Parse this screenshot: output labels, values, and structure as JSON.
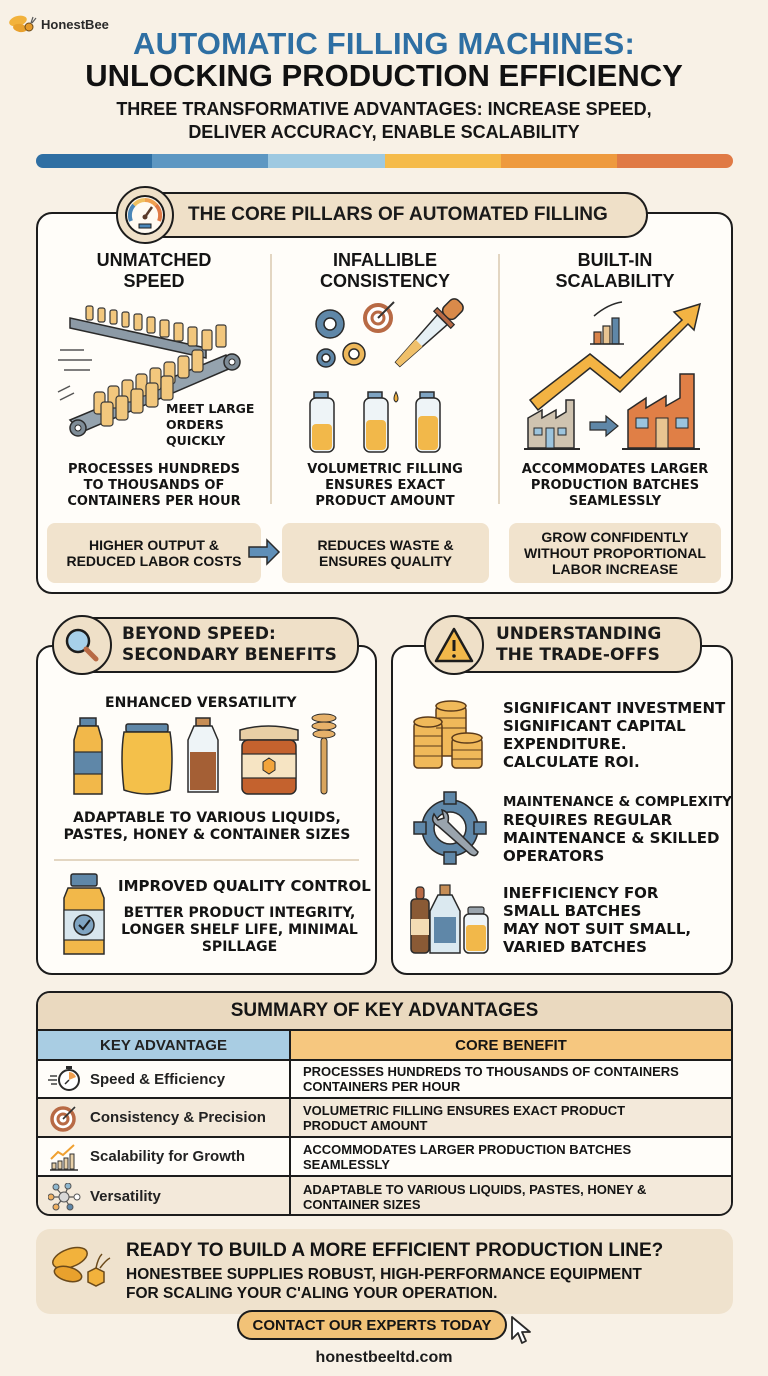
{
  "brand": {
    "name": "HonestBee",
    "url": "honestbeeltd.com"
  },
  "header": {
    "title_line1": "AUTOMATIC FILLING MACHINES:",
    "title_line2": "UNLOCKING PRODUCTION EFFICIENCY",
    "subtitle_line1": "THREE TRANSFORMATIVE ADVANTAGES: INCREASE SPEED,",
    "subtitle_line2": "DELIVER ACCURACY, ENABLE SCALABILITY",
    "colorbar": [
      "#2f6fa3",
      "#5d97c2",
      "#9ec9e1",
      "#f5bb4a",
      "#ee9a3e",
      "#e07a45"
    ]
  },
  "pillars": {
    "title": "THE CORE PILLARS OF AUTOMATED FILLING",
    "icon": "speedometer-icon",
    "columns": [
      {
        "title_line1": "UNMATCHED",
        "title_line2": "SPEED",
        "callout_line1": "MEET LARGE",
        "callout_line2": "ORDERS",
        "callout_line3": "QUICKLY",
        "desc_line1": "PROCESSES HUNDREDS",
        "desc_line2": "TO THOUSANDS OF",
        "desc_line3": "CONTAINERS PER HOUR",
        "benefit_line1": "HIGHER OUTPUT &",
        "benefit_line2": "REDUCED LABOR COSTS",
        "icon": "conveyor-belt-bottles-icon"
      },
      {
        "title_line1": "INFALLIBLE",
        "title_line2": "CONSISTENCY",
        "desc_line1": "VOLUMETRIC FILLING",
        "desc_line2": "ENSURES EXACT",
        "desc_line3": "PRODUCT AMOUNT",
        "benefit_line1": "REDUCES WASTE &",
        "benefit_line2": "ENSURES QUALITY",
        "icon": "gears-target-dropper-icon"
      },
      {
        "title_line1": "BUILT-IN",
        "title_line2": "SCALABILITY",
        "desc_line1": "ACCOMMODATES LARGER",
        "desc_line2": "PRODUCTION BATCHES",
        "desc_line3": "SEAMLESSLY",
        "benefit_line1": "GROW CONFIDENTLY",
        "benefit_line2": "WITHOUT PROPORTIONAL",
        "benefit_line3": "LABOR INCREASE",
        "icon": "growth-arrow-factory-icon"
      }
    ]
  },
  "secondary": {
    "title_line1": "BEYOND SPEED:",
    "title_line2": "SECONDARY BENEFITS",
    "icon": "magnifier-icon",
    "versatility_title": "ENHANCED VERSATILITY",
    "versatility_desc_line1": "ADAPTABLE TO VARIOUS LIQUIDS,",
    "versatility_desc_line2": "PASTES, HONEY & CONTAINER SIZES",
    "quality_title": "IMPROVED QUALITY CONTROL",
    "quality_desc_line1": "BETTER PRODUCT INTEGRITY,",
    "quality_desc_line2": "LONGER SHELF LIFE, MINIMAL",
    "quality_desc_line3": "SPILLAGE"
  },
  "tradeoffs": {
    "title_line1": "UNDERSTANDING",
    "title_line2": "THE TRADE-OFFS",
    "icon": "warning-icon",
    "items": [
      {
        "head": "SIGNIFICANT INVESTMENT",
        "l1": "SIGNIFICANT CAPITAL",
        "l2": "EXPENDITURE.",
        "l3": "CALCULATE ROI.",
        "icon": "coin-stacks-icon"
      },
      {
        "head": "MAINTENANCE & COMPLEXITY",
        "l1": "REQUIRES REGULAR",
        "l2": "MAINTENANCE & SKILLED",
        "l3": "OPERATORS",
        "icon": "gear-wrench-icon"
      },
      {
        "head": "INEFFICIENCY FOR",
        "head2": "SMALL BATCHES",
        "l1": "MAY NOT SUIT SMALL,",
        "l2": "VARIED BATCHES",
        "icon": "small-bottles-icon"
      }
    ]
  },
  "summary": {
    "title": "SUMMARY OF KEY ADVANTAGES",
    "col1_header": "KEY ADVANTAGE",
    "col2_header": "CORE BENEFIT",
    "rows": [
      {
        "advantage": "Speed & Efficiency",
        "benefit_line1": "PROCESSES HUNDREDS TO THOUSANDS OF CONTAINERS",
        "benefit_line2": "CONTAINERS PER HOUR",
        "icon": "stopwatch-icon"
      },
      {
        "advantage": "Consistency & Precision",
        "benefit_line1": "VOLUMETRIC FILLING ENSURES EXACT PRODUCT",
        "benefit_line2": "PRODUCT AMOUNT",
        "icon": "target-icon"
      },
      {
        "advantage": "Scalability for Growth",
        "benefit_line1": "ACCOMMODATES LARGER PRODUCTION BATCHES",
        "benefit_line2": "SEAMLESSLY",
        "icon": "growth-chart-icon"
      },
      {
        "advantage": "Versatility",
        "benefit_line1": "ADAPTABLE TO VARIOUS LIQUIDS, PASTES, HONEY &",
        "benefit_line2": "CONTAINER SIZES",
        "icon": "network-nodes-icon"
      }
    ]
  },
  "cta": {
    "headline": "READY TO BUILD A MORE EFFICIENT PRODUCTION LINE?",
    "body_line1": "HONESTBEE SUPPLIES ROBUST, HIGH-PERFORMANCE EQUIPMENT",
    "body_line2": "FOR SCALING YOUR C'ALING YOUR OPERATION.",
    "button_label": "CONTACT OUR EXPERTS TODAY"
  }
}
